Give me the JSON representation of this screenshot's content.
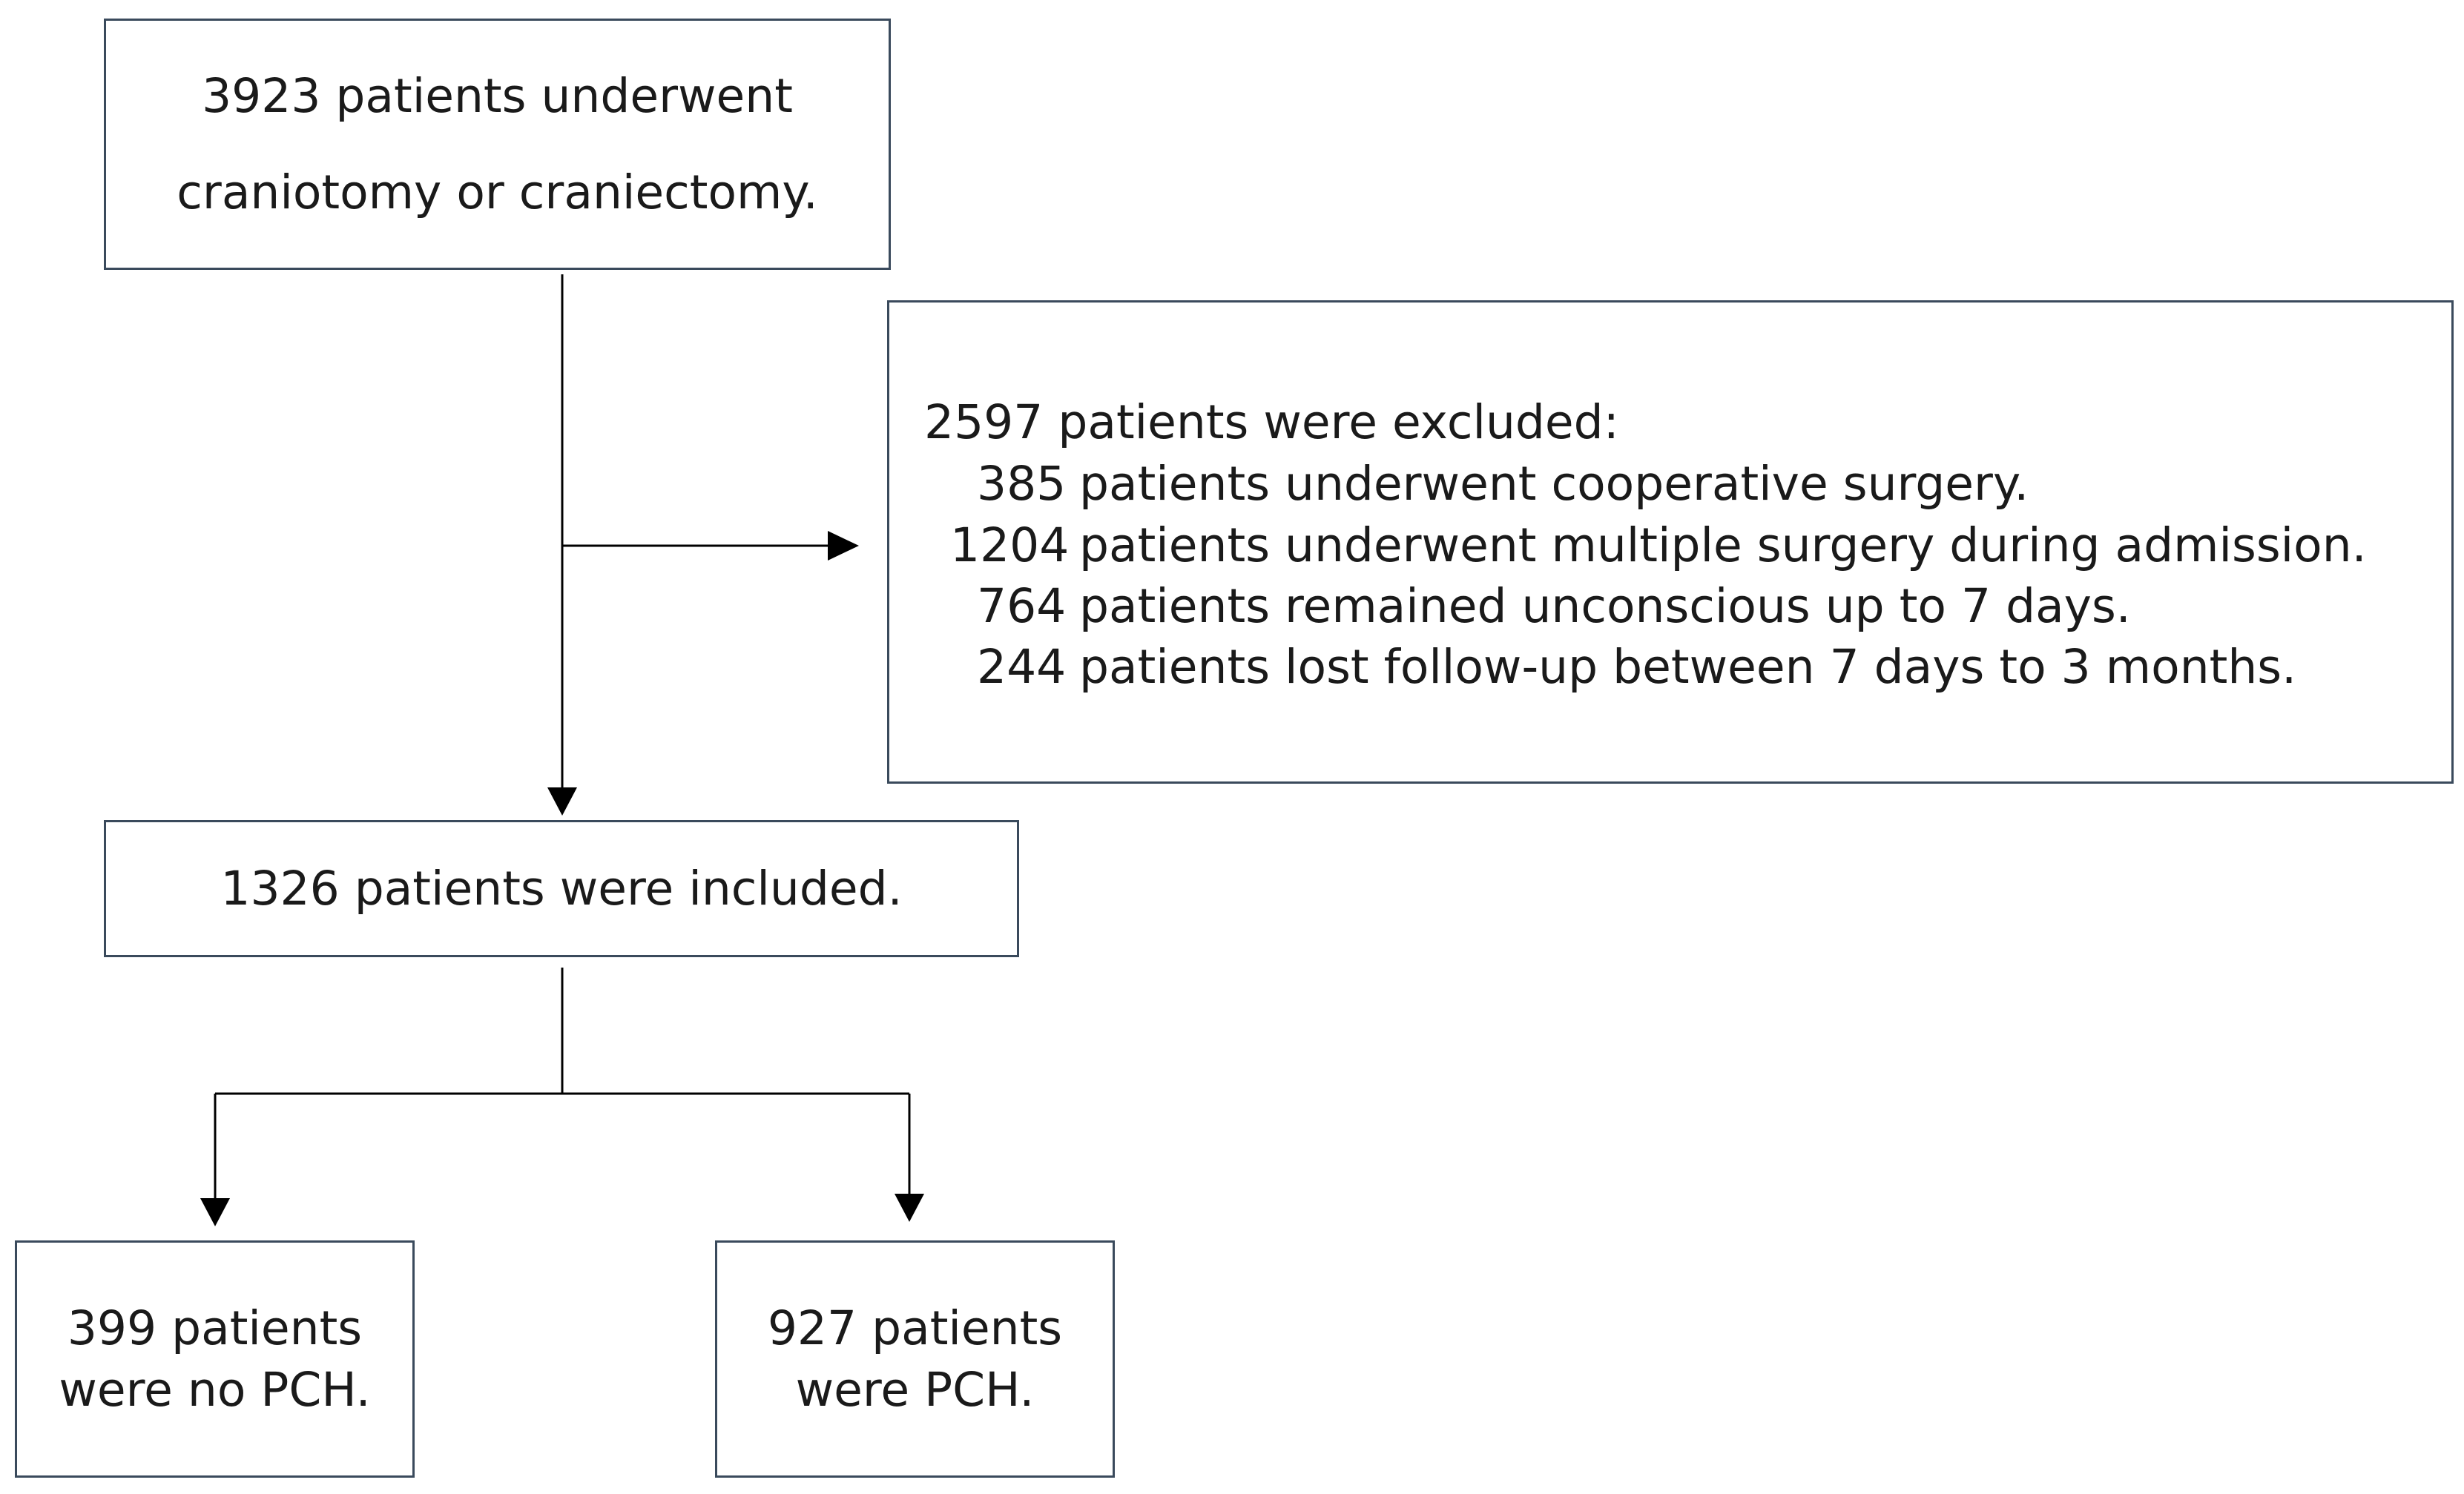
{
  "nodes": {
    "screened": {
      "line1": "3923 patients underwent",
      "line2": "craniotomy or craniectomy."
    },
    "excluded": {
      "header": "2597 patients were excluded:",
      "reasons": [
        {
          "count": "385",
          "text": "patients underwent cooperative surgery."
        },
        {
          "count": "1204",
          "text": "patients underwent multiple surgery during admission."
        },
        {
          "count": "764",
          "text": "patients remained unconscious up to 7 days."
        },
        {
          "count": "244",
          "text": "patients lost follow-up between 7 days to 3 months."
        }
      ]
    },
    "included": {
      "text": "1326 patients were included."
    },
    "no_pch": {
      "line1": "399 patients",
      "line2": "were no PCH."
    },
    "pch": {
      "line1": "927 patients",
      "line2": "were PCH."
    }
  },
  "colors": {
    "box_border": "#3a4a5c",
    "line": "#000000",
    "text": "#1a1a1a"
  }
}
